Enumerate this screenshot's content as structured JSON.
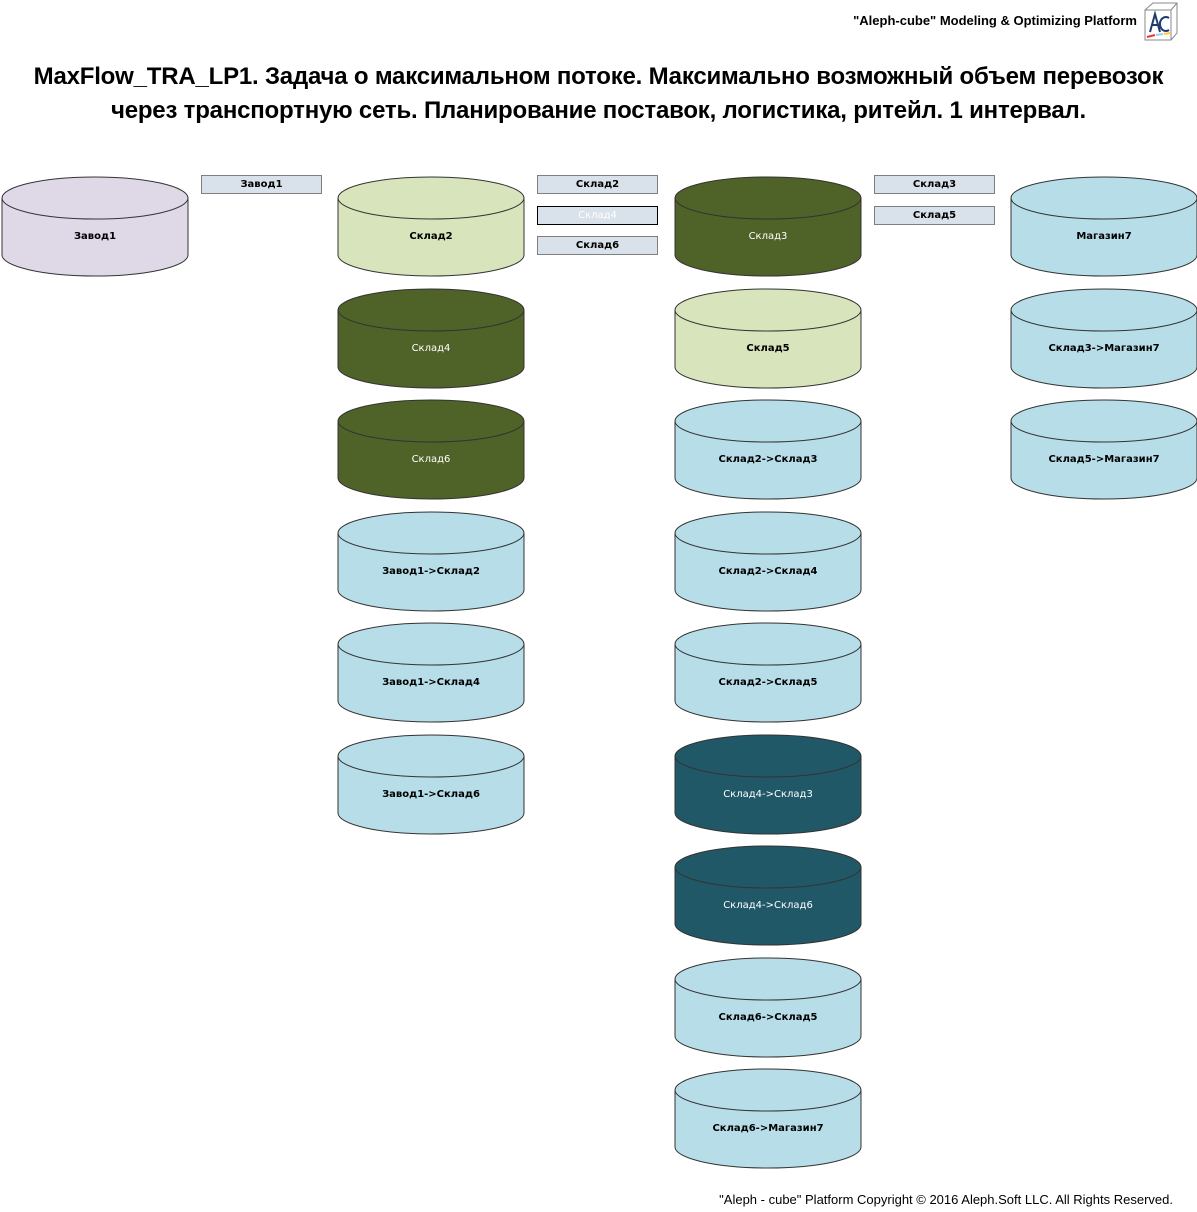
{
  "header": {
    "platform": "\"Aleph-cube\" Modeling & Optimizing Platform",
    "logo_text": "AC"
  },
  "title": "MaxFlow_TRA_LP1. Задача о максимальном потоке. Максимально возможный объем перевозок через транспортную сеть. Планирование поставок, логистика, ритейл. 1 интервал.",
  "footer": "\"Aleph - cube\" Platform Copyright © 2016 Aleph.Soft LLC. All Rights Reserved.",
  "colors": {
    "lavender": "#dfd8e7",
    "light_green": "#d8e4bc",
    "olive": "#4f6228",
    "light_blue": "#b7dde8",
    "teal": "#215868"
  },
  "columns": [
    {
      "cylinders": [
        {
          "label": "Завод1",
          "color": "lavender"
        }
      ],
      "tags": [
        {
          "label": "Завод1"
        }
      ]
    },
    {
      "cylinders": [
        {
          "label": "Склад2",
          "color": "light_green"
        },
        {
          "label": "Склад4",
          "color": "olive"
        },
        {
          "label": "Склад6",
          "color": "olive"
        },
        {
          "label": "Завод1->Склад2",
          "color": "light_blue"
        },
        {
          "label": "Завод1->Склад4",
          "color": "light_blue"
        },
        {
          "label": "Завод1->Склад6",
          "color": "light_blue"
        }
      ],
      "tags": [
        {
          "label": "Склад2"
        },
        {
          "label": "Склад4",
          "selected": true
        },
        {
          "label": "Склад6"
        }
      ]
    },
    {
      "cylinders": [
        {
          "label": "Склад3",
          "color": "olive"
        },
        {
          "label": "Склад5",
          "color": "light_green"
        },
        {
          "label": "Склад2->Склад3",
          "color": "light_blue"
        },
        {
          "label": "Склад2->Склад4",
          "color": "light_blue"
        },
        {
          "label": "Склад2->Склад5",
          "color": "light_blue"
        },
        {
          "label": "Склад4->Склад3",
          "color": "teal"
        },
        {
          "label": "Склад4->Склад6",
          "color": "teal"
        },
        {
          "label": "Склад6->Склад5",
          "color": "light_blue"
        },
        {
          "label": "Склад6->Магазин7",
          "color": "light_blue"
        }
      ],
      "tags": [
        {
          "label": "Склад3"
        },
        {
          "label": "Склад5"
        }
      ]
    },
    {
      "cylinders": [
        {
          "label": "Магазин7",
          "color": "light_blue"
        },
        {
          "label": "Склад3->Магазин7",
          "color": "light_blue"
        },
        {
          "label": "Склад5->Магазин7",
          "color": "light_blue"
        }
      ],
      "tags": []
    }
  ]
}
